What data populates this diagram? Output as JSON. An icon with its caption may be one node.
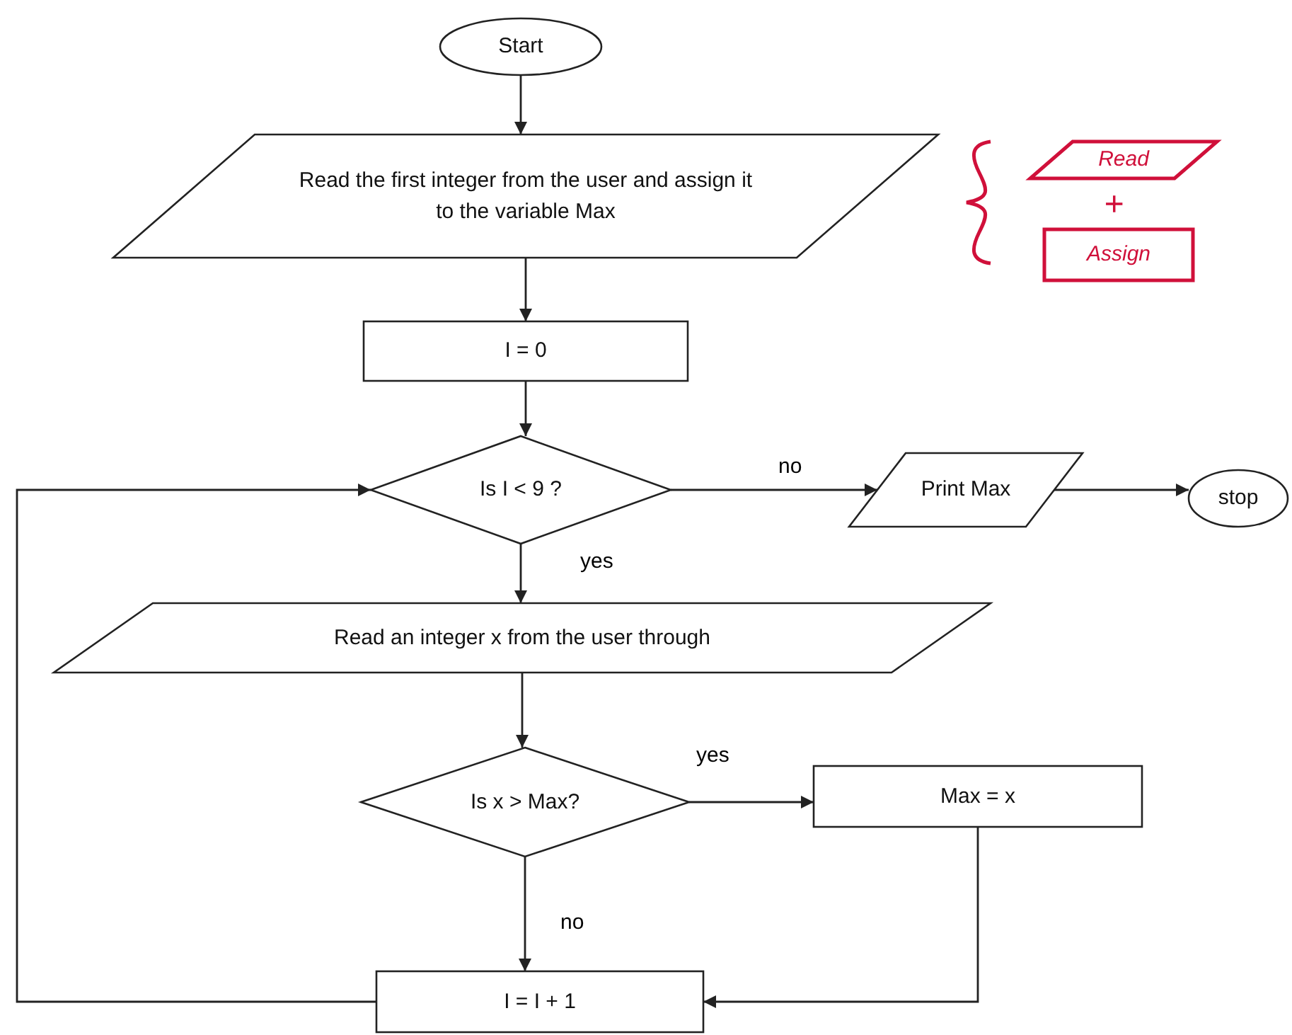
{
  "diagram": {
    "nodes": [
      {
        "text": [
          "Start"
        ]
      },
      {
        "text": [
          "Read the first integer from the user and assign it to the variable Max"
        ]
      },
      {
        "text": [
          "I = 0"
        ]
      },
      {
        "text": [
          "Is I <  9 ?"
        ]
      },
      {
        "text": [
          "Print Max"
        ]
      },
      {
        "text": [
          "stop"
        ]
      },
      {
        "text": [
          "Read an integer x from the user through"
        ]
      },
      {
        "text": [
          "Is x > Max?"
        ]
      },
      {
        "text": [
          "Max = x"
        ]
      },
      {
        "text": [
          "I =  I + 1"
        ]
      },
      {
        "text": [
          "Read"
        ]
      },
      {
        "text": [
          "Assign"
        ]
      }
    ],
    "edges": [
      {
        "from": 0,
        "to": 1,
        "arrow": "to"
      },
      {
        "from": 1,
        "to": 2,
        "arrow": "to"
      },
      {
        "from": 2,
        "to": 3,
        "arrow": "to"
      },
      {
        "from": 3,
        "to": 4,
        "arrow": "to",
        "label": "no"
      },
      {
        "from": 4,
        "to": 5,
        "arrow": "to"
      },
      {
        "from": 3,
        "to": 6,
        "arrow": "to",
        "label": "yes"
      },
      {
        "from": 6,
        "to": 7,
        "arrow": "to"
      },
      {
        "from": 7,
        "to": 8,
        "arrow": "to",
        "label": "yes"
      },
      {
        "from": 7,
        "to": 9,
        "arrow": "to",
        "label": "no"
      },
      {
        "from": 8,
        "to": 9,
        "arrow": "to"
      },
      {
        "from": 9,
        "to": 3,
        "arrow": "to"
      }
    ],
    "labels": [
      "+"
    ]
  }
}
